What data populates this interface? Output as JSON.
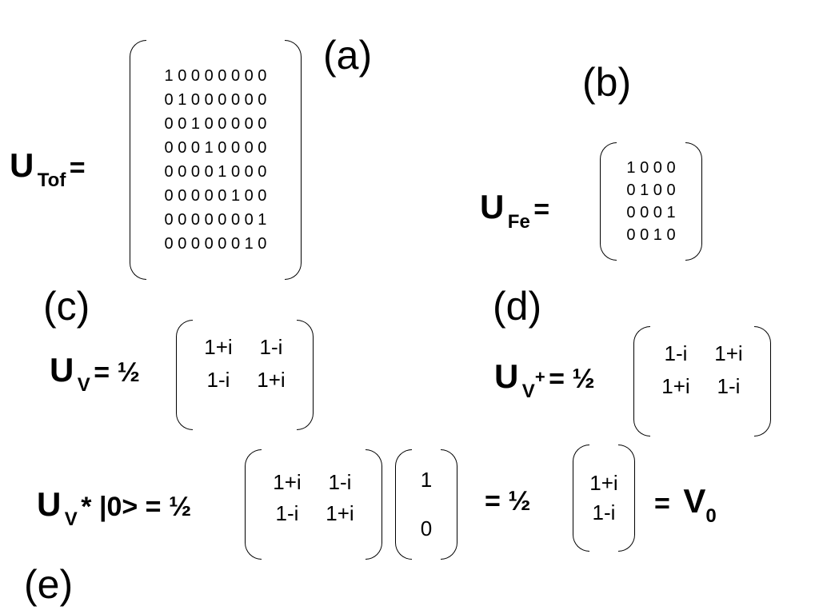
{
  "panels": {
    "a": "(a)",
    "b": "(b)",
    "c": "(c)",
    "d": "(d)",
    "e": "(e)"
  },
  "eq_a": {
    "U": "U",
    "sub": "Tof",
    "eq": "=",
    "rows": [
      "1 0 0 0 0 0 0 0",
      "0 1 0 0 0 0 0 0",
      "0 0 1 0 0 0 0 0",
      "0 0 0 1 0 0 0 0",
      "0 0 0 0 1 0 0 0",
      "0 0 0 0 0 1 0 0",
      "0 0 0 0 0 0 0 1",
      "0 0 0 0 0 0 1 0"
    ]
  },
  "eq_b": {
    "U": "U",
    "sub": "Fe",
    "eq": "=",
    "rows": [
      "1 0 0 0",
      "0 1 0 0",
      "0 0 0 1",
      "0 0 1 0"
    ]
  },
  "eq_c": {
    "U": "U",
    "sub": "V",
    "eq": "= ½",
    "cells": [
      [
        "1+i",
        "1-i"
      ],
      [
        "1-i",
        "1+i"
      ]
    ]
  },
  "eq_d": {
    "U": "U",
    "sub": "V",
    "sup": "+",
    "eq": "= ½",
    "cells": [
      [
        "1-i",
        "1+i"
      ],
      [
        "1+i",
        "1-i"
      ]
    ]
  },
  "eq_e": {
    "U": "U",
    "sub": "V",
    "op": "* |0> = ½",
    "matrix": [
      [
        "1+i",
        "1-i"
      ],
      [
        "1-i",
        "1+i"
      ]
    ],
    "ket": [
      "1",
      "0"
    ],
    "eq2": "= ½",
    "result": [
      "1+i",
      "1-i"
    ],
    "eq3": "=",
    "V": "V",
    "V_sub": "0"
  }
}
